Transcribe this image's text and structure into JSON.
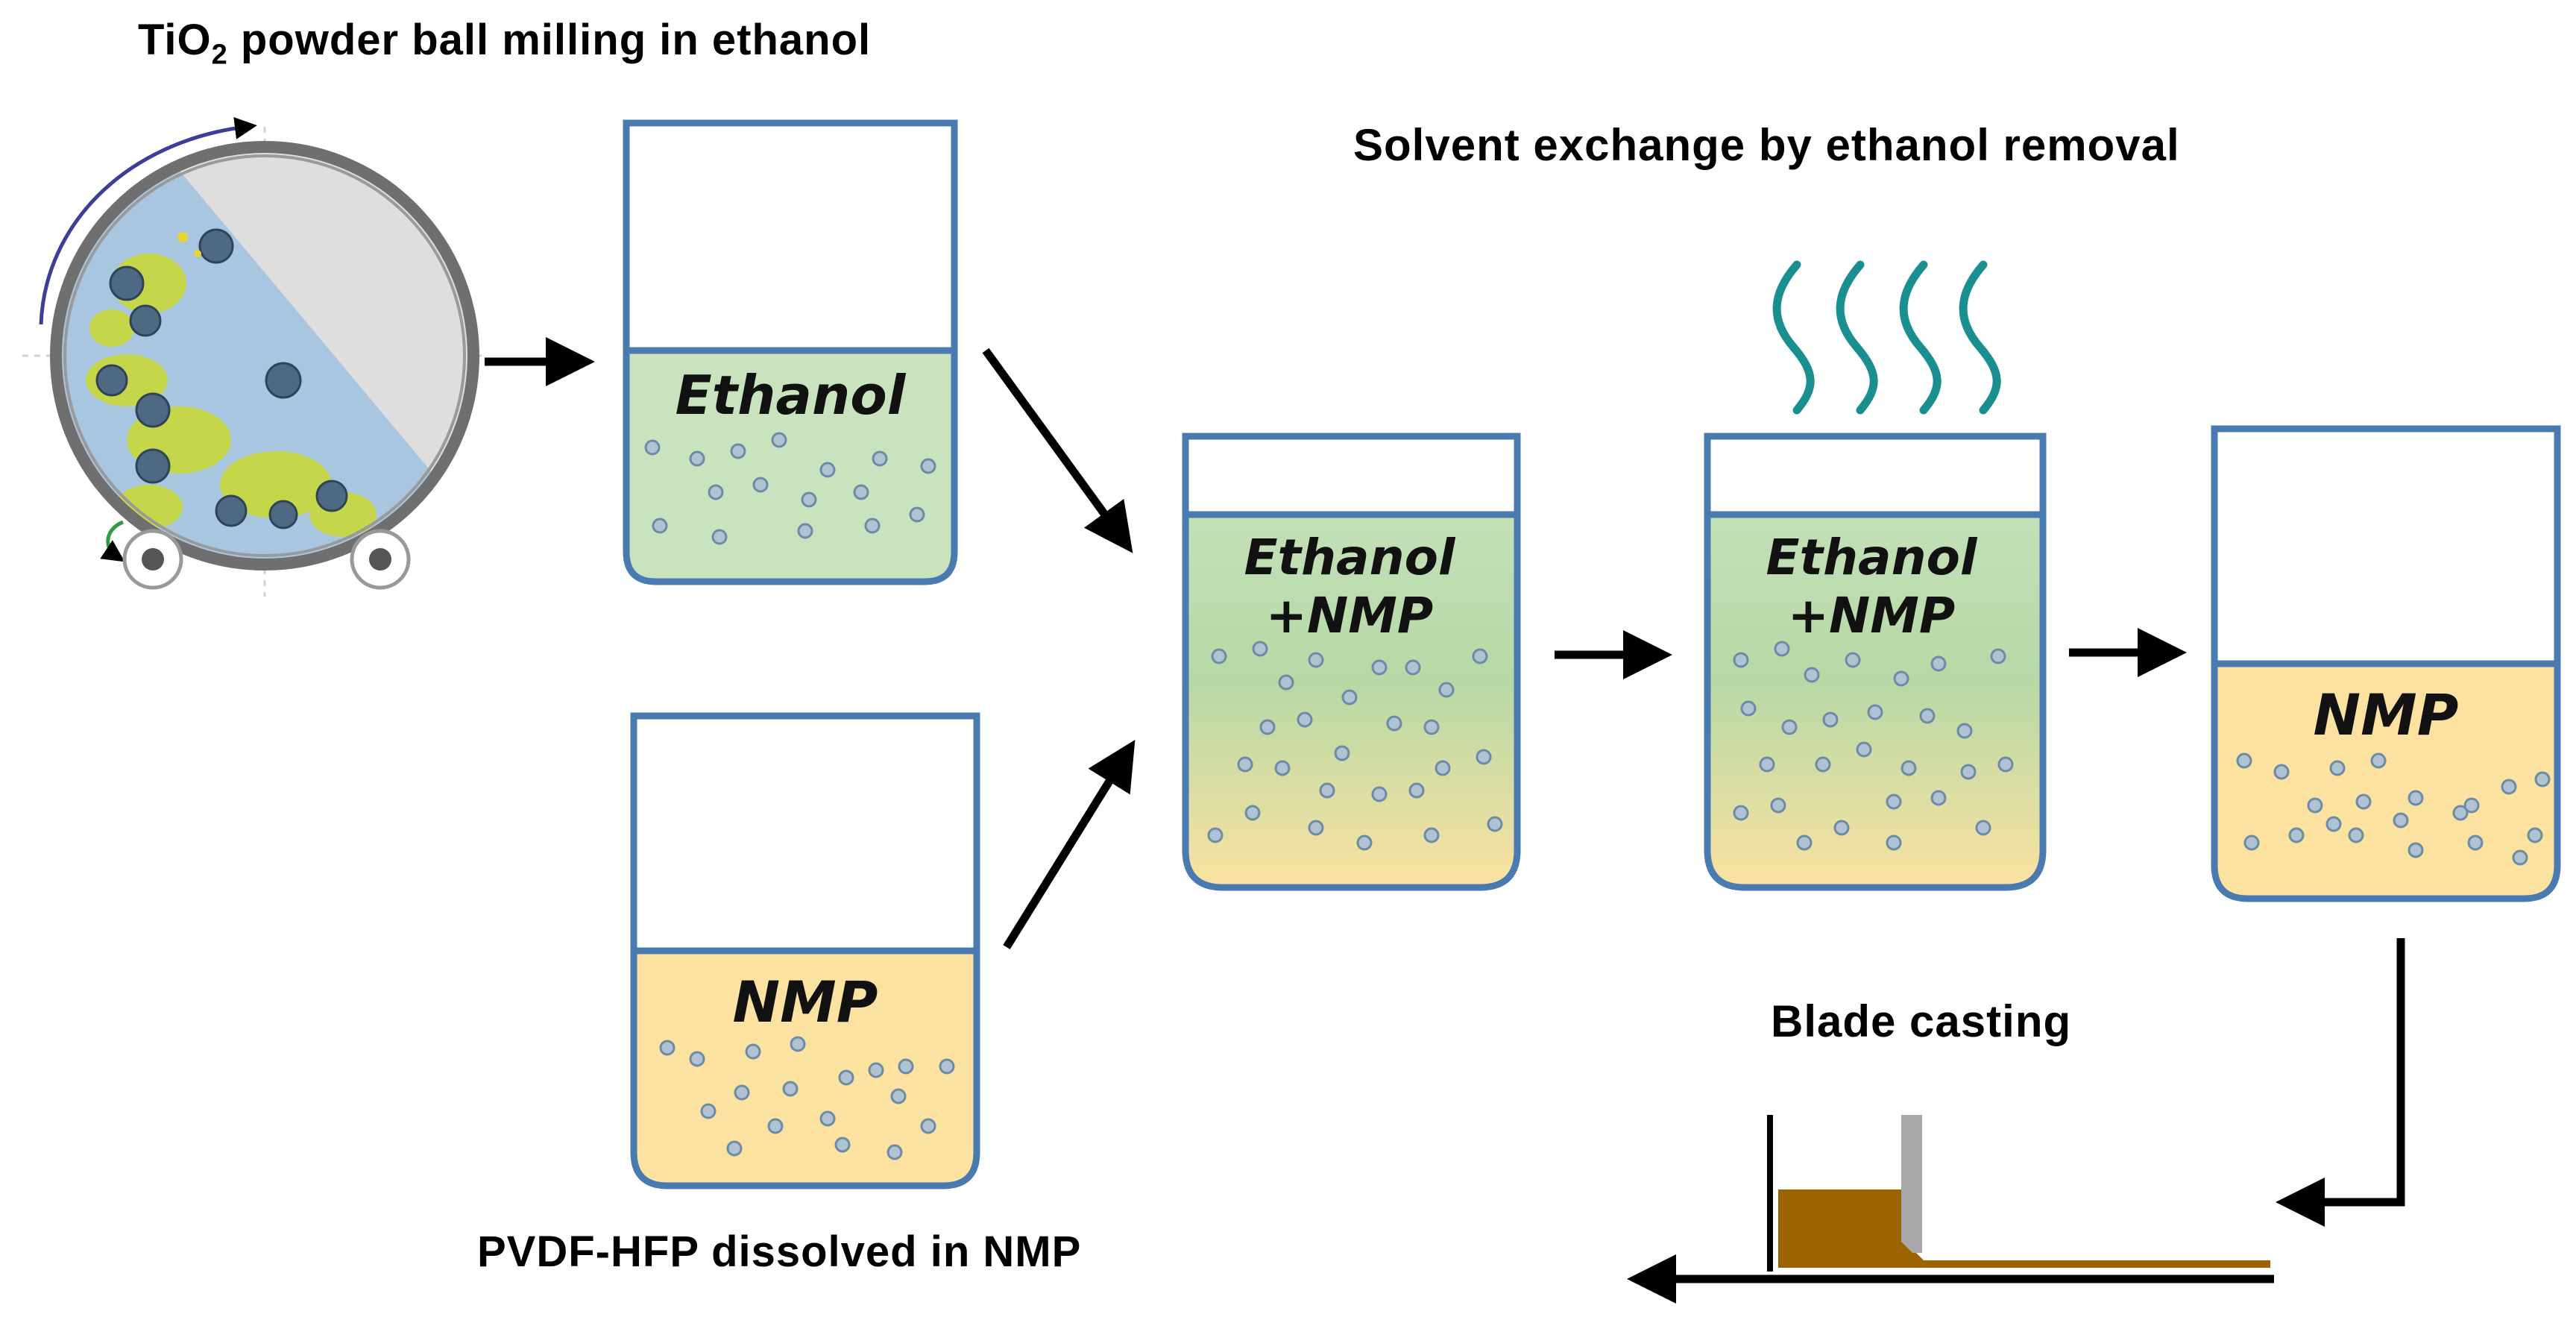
{
  "captions": {
    "ball_milling_prefix": "TiO",
    "ball_milling_sub": "2",
    "ball_milling_rest": " powder ball milling in ethanol",
    "solvent_exchange": "Solvent exchange by ethanol removal",
    "pvdf": "PVDF-HFP dissolved in NMP",
    "blade_casting": "Blade casting"
  },
  "beakers": {
    "ethanol": "Ethanol",
    "nmp_bottom": "NMP",
    "mix1_line1": "Ethanol",
    "mix1_line2": "+NMP",
    "mix2_line1": "Ethanol",
    "mix2_line2": "+NMP",
    "nmp_final": "NMP"
  },
  "colors": {
    "beaker_outline": "#4a7bb0",
    "ethanol_liquid": "#c9e3bf",
    "nmp_liquid": "#fbe2a1",
    "particle": "#9fb3c7",
    "vapor": "#1a8f8f",
    "cast_film": "#9b6400",
    "mill_drum_fill": "#a9c6e0",
    "powder": "#c5d64a"
  }
}
